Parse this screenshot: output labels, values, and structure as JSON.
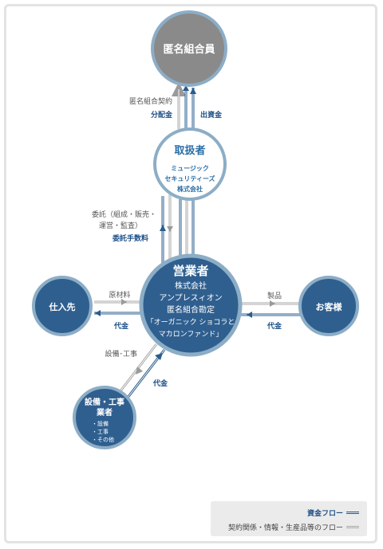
{
  "nodes": {
    "investor": {
      "label": "匿名組合員"
    },
    "handler": {
      "title": "取扱者",
      "lines": [
        "ミュージック",
        "セキュリティーズ",
        "株式会社"
      ]
    },
    "operator": {
      "title": "営業者",
      "lines": [
        "株式会社",
        "アンプレスィオン",
        "匿名組合勘定",
        "「オーガニック ショコラと",
        "マカロンファンド」"
      ]
    },
    "supplier": {
      "label": "仕入先"
    },
    "customer": {
      "label": "お客様"
    },
    "contractor": {
      "title_lines": [
        "設備・工事",
        "業者"
      ],
      "items": [
        "・設備",
        "・工事",
        "・その他"
      ]
    }
  },
  "flows": {
    "contract_label": "匿名組合契約",
    "distribution_label": "分配金",
    "investment_label": "出資金",
    "consignment_label_line1": "委託（組成・販売・",
    "consignment_label_line2": "運営・監査）",
    "consignment_fee_label": "委託手数料",
    "raw_materials_label": "原材料",
    "supplier_payment_label": "代金",
    "products_label": "製品",
    "customer_payment_label": "代金",
    "equipment_label": "設備･工事",
    "contractor_payment_label": "代金"
  },
  "legend": {
    "fund_flow": "資金フロー",
    "other_flow": "契約関係・情報・生産品等のフロー"
  },
  "colors": {
    "node_dark": "#2f5f8f",
    "node_grey": "#8a8a8a",
    "ring": "#8cadc6",
    "fund_arrow": "#2a5c8c",
    "other_arrow": "#a9a9a9"
  }
}
